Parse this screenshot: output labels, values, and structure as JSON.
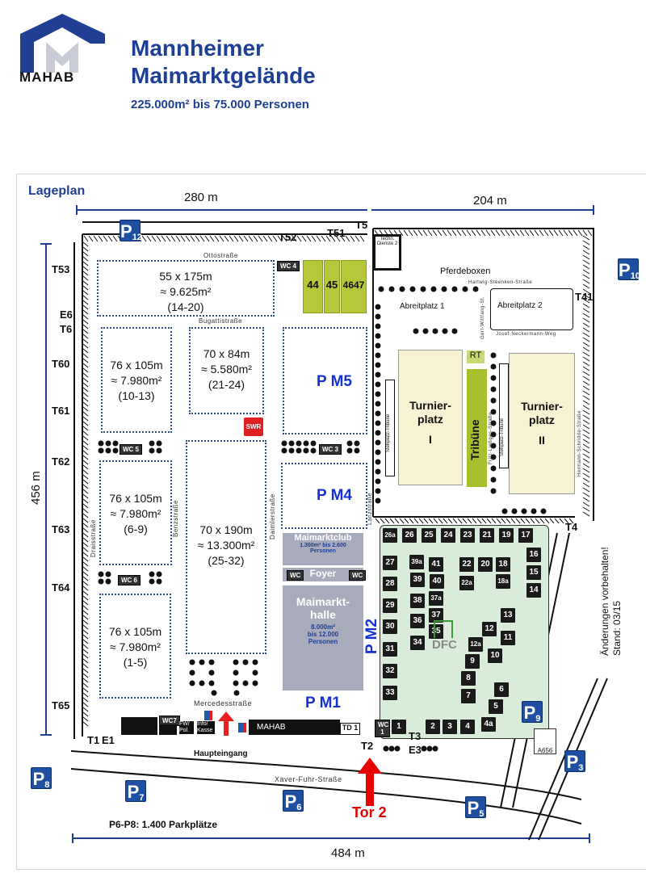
{
  "header": {
    "logo_text": "MAHAB",
    "title_line1": "Mannheimer",
    "title_line2": "Maimarktgelände",
    "subtitle": "225.000m² bis 75.000 Personen"
  },
  "map": {
    "heading": "Lageplan",
    "dimensions": {
      "top_left": "280 m",
      "top_right": "204 m",
      "left": "456 m",
      "bottom": "484 m"
    },
    "gates": {
      "T53": "T53",
      "E6": "E6",
      "T6": "T6",
      "T60": "T60",
      "T61": "T61",
      "T62": "T62",
      "T63": "T63",
      "T64": "T64",
      "T65": "T65",
      "T52": "T52",
      "T51": "T51",
      "T5": "T5",
      "T41": "T41",
      "T4": "T4",
      "T3": "T3",
      "T2": "T2",
      "E3": "E3",
      "T1": "T1",
      "E1": "E1"
    },
    "streets": {
      "otto": "Ottostraße",
      "bugatti": "Bugattistraße",
      "benz": "Benzstraße",
      "drais": "Draisstraße",
      "daimler": "Daimlerstraße",
      "mercedes": "Mercedesstraße",
      "xaver": "Xaver-Fuhr-Straße",
      "lanz": "Lanzstraße",
      "hartwig": "Hartwig-Steenken-Straße",
      "gert": "Gert-Wiltfang-St.",
      "josef": "Josef-Neckermann-Weg",
      "fritz": "Fritz-Ließges-Straße",
      "hermann": "Hermann-Schridde-Straße"
    },
    "areas": [
      {
        "size": "55 x 175m",
        "area": "≈ 9.625m²",
        "range": "(14-20)"
      },
      {
        "size": "76 x 105m",
        "area": "≈ 7.980m²",
        "range": "(10-13)"
      },
      {
        "size": "70 x 84m",
        "area": "≈ 5.580m²",
        "range": "(21-24)"
      },
      {
        "size": "76 x 105m",
        "area": "≈ 7.980m²",
        "range": "(6-9)"
      },
      {
        "size": "70 x 190m",
        "area": "≈ 13.300m²",
        "range": "(25-32)"
      },
      {
        "size": "76 x 105m",
        "area": "≈ 7.980m²",
        "range": "(1-5)"
      }
    ],
    "halls": {
      "h44": "44",
      "h45": "45",
      "h4647": "4647"
    },
    "parking_internal": {
      "pm1": "P M1",
      "pm2": "P M2",
      "pm4": "P M4",
      "pm5": "P M5"
    },
    "parking": [
      {
        "n": "P",
        "s": "12"
      },
      {
        "n": "P",
        "s": "10"
      },
      {
        "n": "P",
        "s": "8"
      },
      {
        "n": "P",
        "s": "7"
      },
      {
        "n": "P",
        "s": "6"
      },
      {
        "n": "P",
        "s": "5"
      },
      {
        "n": "P",
        "s": "3"
      },
      {
        "n": "P",
        "s": "9"
      }
    ],
    "wc": {
      "wc4": "WC 4",
      "wc5": "WC 5",
      "wc3": "WC 3",
      "wc6": "WC 6",
      "wc7": "WC7",
      "wc1": "WC 1",
      "foyer_wc": "WC"
    },
    "swr": "SWR",
    "maimarktclub": {
      "name": "Maimarktclub",
      "cap": "1.300m² bis 2.600",
      "unit": "Personen"
    },
    "foyer": "Foyer",
    "maimarkthalle": {
      "name": "Maimarkt-",
      "name2": "halle",
      "cap": "8.000m²",
      "cap2": "bis 12.000",
      "unit": "Personen"
    },
    "equestrian": {
      "techn": "Techn. Dienste 2",
      "pferdeboxen": "Pferdeboxen",
      "abreit1": "Abreitplatz 1",
      "abreit2": "Abreitplatz 2",
      "rt": "RT",
      "tp1a": "Turnier-",
      "tp1b": "platz",
      "tp1c": "I",
      "tp2c": "II",
      "tribune": "Tribüne",
      "stehplatz": "Stehplatz-Tribüne"
    },
    "stands": [
      "26a",
      "26",
      "25",
      "24",
      "23",
      "21",
      "19",
      "17",
      "16",
      "15",
      "14",
      "27",
      "28",
      "29",
      "30",
      "31",
      "32",
      "33",
      "39a",
      "41",
      "39",
      "40",
      "38",
      "37a",
      "36",
      "37",
      "35",
      "34",
      "22",
      "20",
      "18",
      "22a",
      "18a",
      "13",
      "12",
      "11",
      "12a",
      "10",
      "9",
      "8",
      "7",
      "6",
      "5",
      "4a",
      "1",
      "2",
      "3",
      "4"
    ],
    "dfc": "DFC",
    "buildings": {
      "fw": "FW/ Pol.",
      "info": "Info/ Kasse",
      "mahab": "MAHAB",
      "td1": "TD 1",
      "haupteingang": "Haupteingang"
    },
    "highway": "A656",
    "tor": "Tor 2",
    "notice": "Änderungen vorbehalten!",
    "stand_date": "Stand: 03/15",
    "parking_note": "P6-P8: 1.400 Parkplätze"
  }
}
